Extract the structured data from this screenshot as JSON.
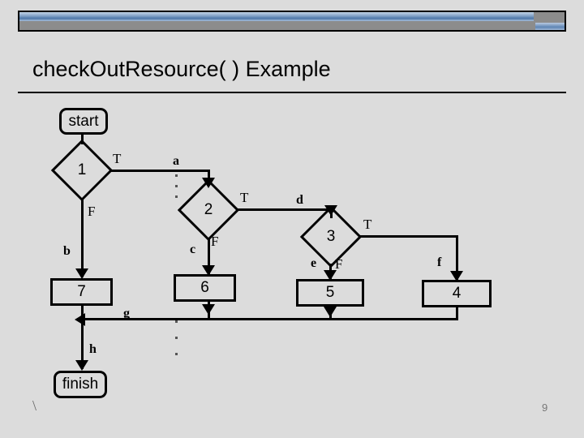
{
  "slide": {
    "title": "checkOutResource( ) Example",
    "page_number": "9",
    "corner_mark": "\\",
    "background_color": "#dcdcdc",
    "accent_bar_color": "#4e76a8"
  },
  "flowchart": {
    "nodes": [
      {
        "id": "start",
        "label": "start",
        "shape": "terminator"
      },
      {
        "id": "d1",
        "label": "1",
        "shape": "decision"
      },
      {
        "id": "d2",
        "label": "2",
        "shape": "decision"
      },
      {
        "id": "d3",
        "label": "3",
        "shape": "decision"
      },
      {
        "id": "p7",
        "label": "7",
        "shape": "process"
      },
      {
        "id": "p6",
        "label": "6",
        "shape": "process"
      },
      {
        "id": "p5",
        "label": "5",
        "shape": "process"
      },
      {
        "id": "p4",
        "label": "4",
        "shape": "process"
      },
      {
        "id": "finish",
        "label": "finish",
        "shape": "terminator"
      }
    ],
    "edge_labels": {
      "d1_true": "T",
      "d1_false": "F",
      "d2_true": "T",
      "d2_false": "F",
      "d3_true": "T",
      "d3_false": "F",
      "a": "a",
      "b": "b",
      "c": "c",
      "d": "d",
      "e": "e",
      "f": "f",
      "g": "g",
      "h": "h"
    }
  }
}
